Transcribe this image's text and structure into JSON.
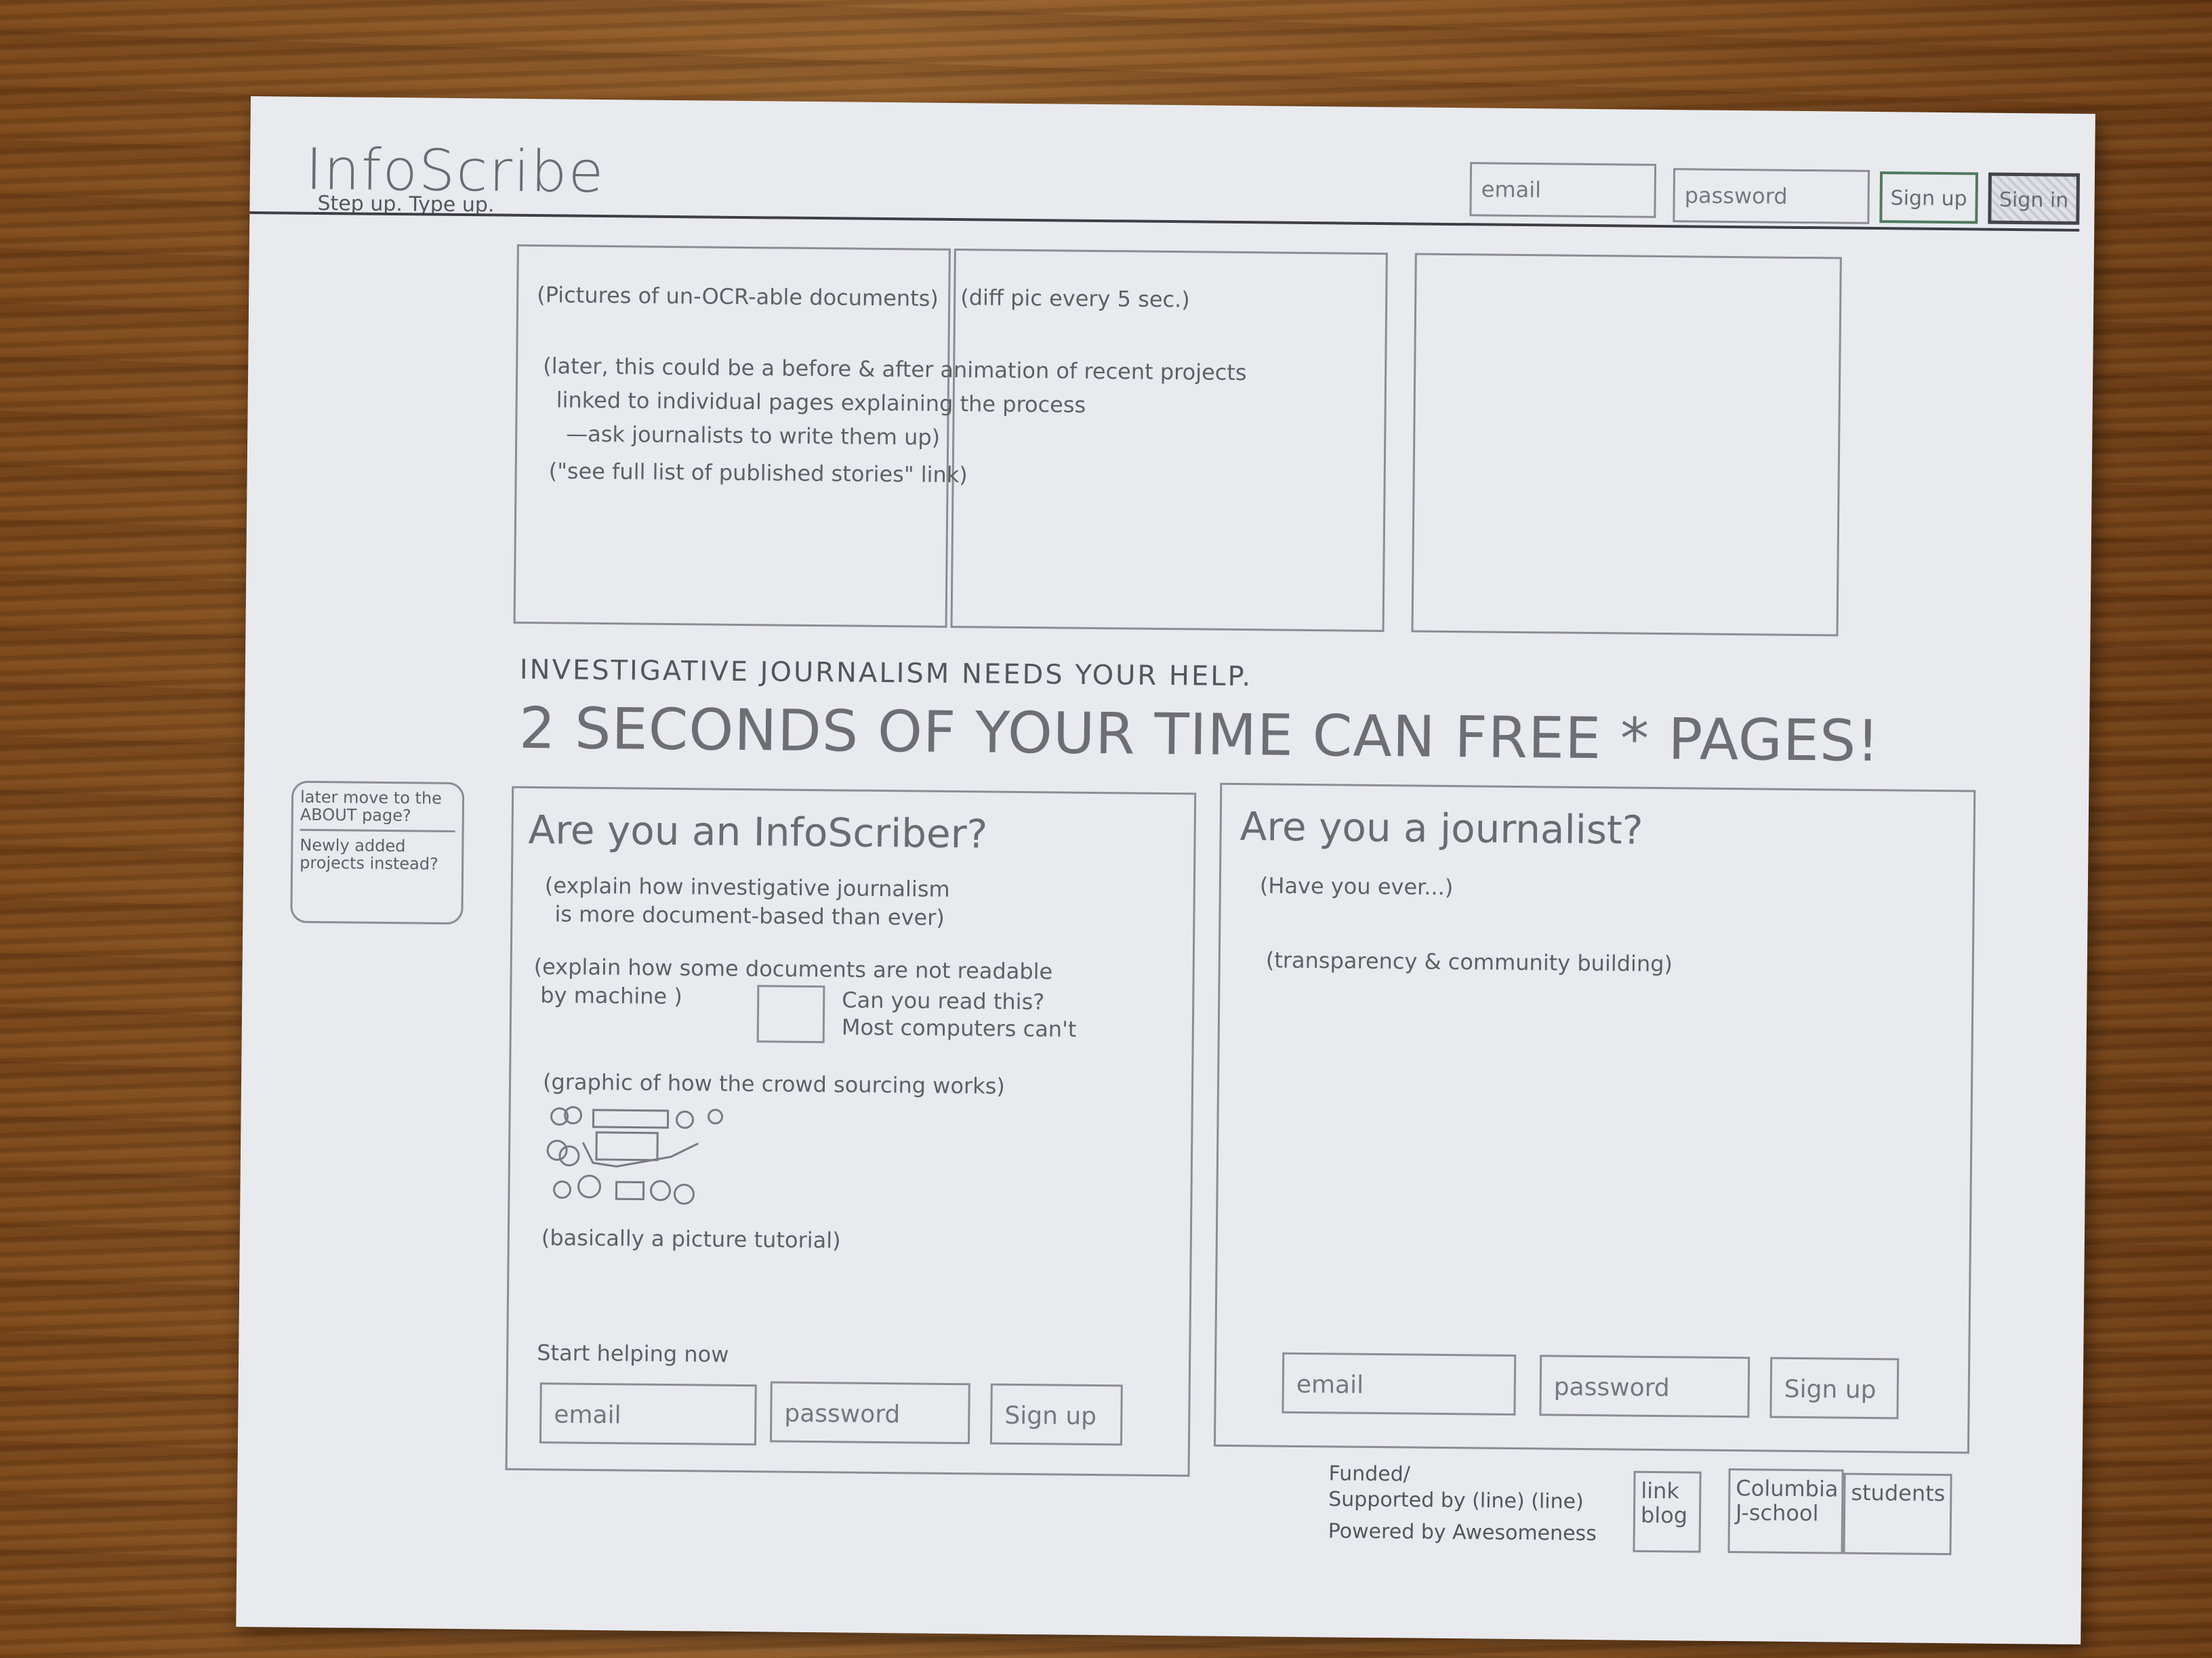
{
  "header": {
    "logo": "InfoScribe",
    "tagline": "Step up. Type up.",
    "email_label": "email",
    "password_label": "password",
    "signup_label": "Sign up",
    "signin_label": "Sign in"
  },
  "hero": {
    "note_line1": "(Pictures of un-OCR-able documents)",
    "note_line1b": "(diff pic every 5 sec.)",
    "note_line2": "(later, this could be a before & after animation of recent projects",
    "note_line3": "linked to individual pages explaining the process",
    "note_line4": "—ask journalists to write them up)",
    "note_line5": "(\"see full list of published stories\" link)"
  },
  "cta": {
    "small": "INVESTIGATIVE JOURNALISM NEEDS YOUR HELP.",
    "big": "2 SECONDS OF YOUR TIME CAN FREE * PAGES!"
  },
  "side_note": {
    "line1": "later move to the ABOUT page?",
    "line2": "Newly added projects instead?"
  },
  "infoscriber_card": {
    "title": "Are you an InfoScriber?",
    "p1a": "(explain how investigative journalism",
    "p1b": "is more document-based than ever)",
    "p2a": "(explain how some documents are not readable",
    "p2b": "by machine )",
    "read_q1": "Can you read this?",
    "read_q2": "Most computers can't",
    "p3": "(graphic of how the crowd sourcing works)",
    "p4": "(basically a picture tutorial)",
    "start": "Start helping now",
    "email_label": "email",
    "password_label": "password",
    "signup_label": "Sign up"
  },
  "journalist_card": {
    "title": "Are you a journalist?",
    "p1": "(Have you ever...)",
    "p2": "(transparency & community building)",
    "email_label": "email",
    "password_label": "password",
    "signup_label": "Sign up"
  },
  "footer": {
    "funded": "Funded/",
    "supported": "Supported by (line) (line)",
    "powered": "Powered by Awesomeness",
    "link1": "link",
    "link2": "blog",
    "columbia": "Columbia J-school",
    "students": "students"
  }
}
